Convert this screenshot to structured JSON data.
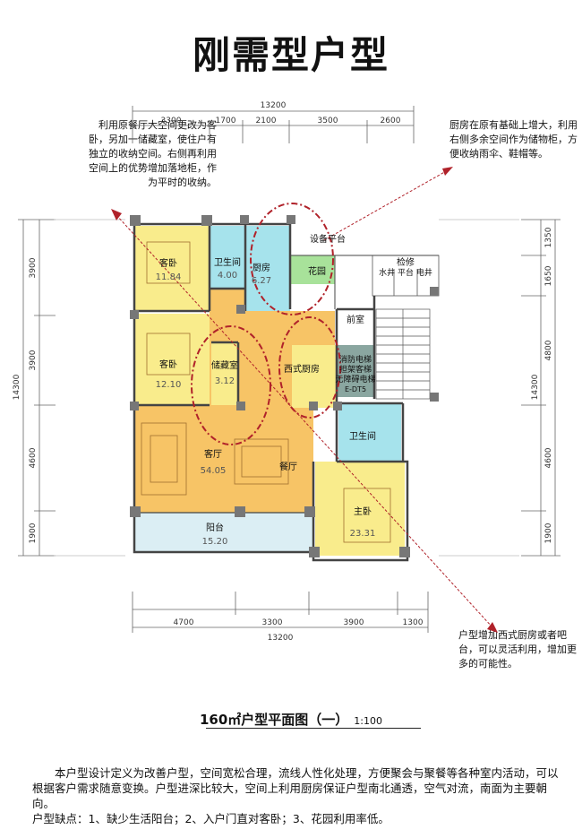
{
  "title": "刚需型户型",
  "notes": {
    "left": "利用原餐厅大空间更改为客卧，另加一储藏室，使住户有独立的收纳空间。右侧再利用空间上的优势增加落地柜，作为平时的收纳。",
    "right": "厨房在原有基础上增大，利用右侧多余空间作为储物柜，方便收纳雨伞、鞋帽等。",
    "bottom": "户型增加西式厨房或者吧台，可以灵活利用，增加更多的可能性。"
  },
  "dimensions": {
    "top_total": "13200",
    "top": [
      "3300",
      "1700",
      "2100",
      "3500",
      "2600"
    ],
    "bottom": [
      "4700",
      "3300",
      "3900",
      "1300"
    ],
    "bottom_total": "13200",
    "left": [
      "3900",
      "3900",
      "4600",
      "1900"
    ],
    "left_total": "14300",
    "right": [
      "1350",
      "1650",
      "4800",
      "4600",
      "1900"
    ],
    "right_total": "14300"
  },
  "rooms": {
    "guest_bed_1": {
      "name": "客卧",
      "area": "11.84"
    },
    "bath_1": {
      "name": "卫生间",
      "area": "4.00"
    },
    "kitchen": {
      "name": "厨房",
      "area": "6.27"
    },
    "platform": {
      "name": "设备平台"
    },
    "garden": {
      "name": "花园"
    },
    "shaft": {
      "name": "检修"
    },
    "shaft_2": {
      "name": "水井 平台 电井"
    },
    "guest_bed_2": {
      "name": "客卧",
      "area": "12.10"
    },
    "storage": {
      "name": "储藏室",
      "area": "3.12"
    },
    "west_kitchen": {
      "name": "西式厨房"
    },
    "front_hall": {
      "name": "前室"
    },
    "elevator_1": "消防电梯",
    "elevator_2": "担架客梯",
    "elevator_3": "无障碍电梯",
    "elevator_4": "E-DT5",
    "living": {
      "name": "客厅",
      "area": "54.05"
    },
    "dining": {
      "name": "餐厅"
    },
    "bath_2": {
      "name": "卫生间"
    },
    "master_bed": {
      "name": "主卧",
      "area": "23.31"
    },
    "balcony": {
      "name": "阳台",
      "area": "15.20"
    }
  },
  "caption": {
    "text": "160㎡户型平面图（一）",
    "scale": "1:100"
  },
  "description": {
    "p1": "本户型设计定义为改善户型，空间宽松合理，流线人性化处理，方便聚会与聚餐等各种室内活动，可以根据客户需求随意变换。户型进深比较大，空间上利用厨房保证户型南北通透，空气对流，南面为主要朝向。",
    "p2": "户型缺点：1、缺少生活阳台；2、入户门直对客卧；3、花园利用率低。"
  },
  "colors": {
    "orange": "#f7c466",
    "yellow": "#f9ec8c",
    "cyan": "#a6e3ec",
    "green": "#a8e29a",
    "slate": "#8aa6a0",
    "balcony": "#dbeef4",
    "red": "#b0222a"
  }
}
